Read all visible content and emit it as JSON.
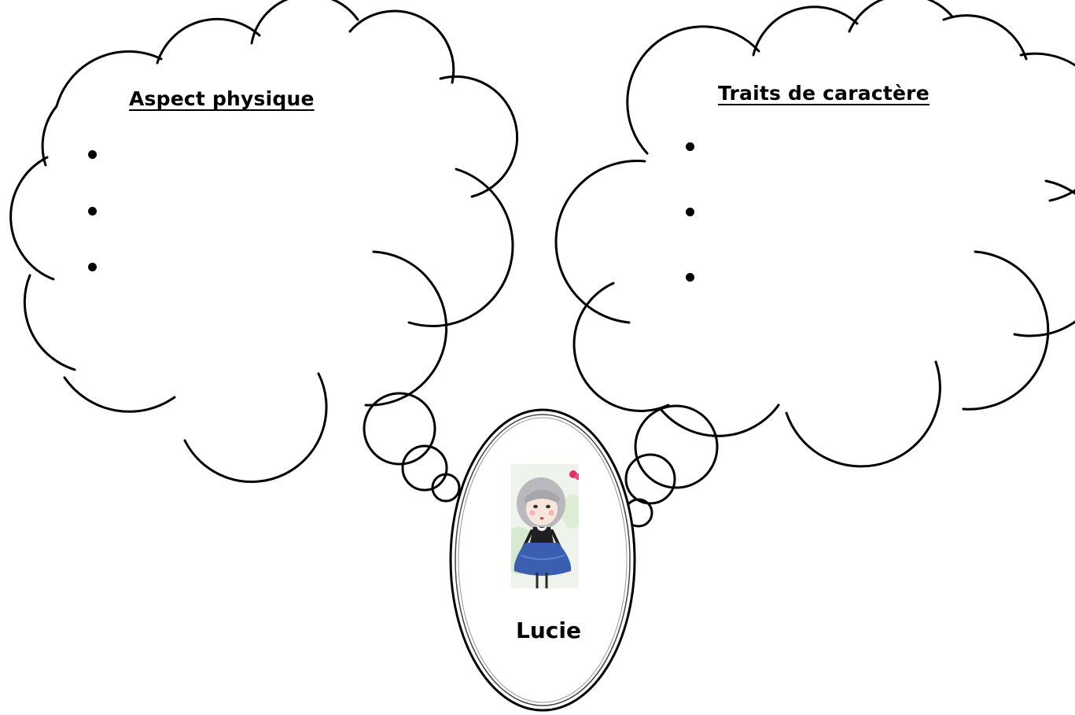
{
  "left_cloud": {
    "title": "Aspect physique",
    "bullets": [
      "",
      "",
      ""
    ]
  },
  "right_cloud": {
    "title": "Traits de caractère",
    "bullets": [
      "",
      "",
      ""
    ]
  },
  "center": {
    "name": "Lucie"
  },
  "colors": {
    "stroke": "#000000",
    "background": "#ffffff",
    "tutu": "#3a5fb0",
    "flower": "#e0306a"
  },
  "icons": {
    "portrait": "girl-illustration"
  }
}
